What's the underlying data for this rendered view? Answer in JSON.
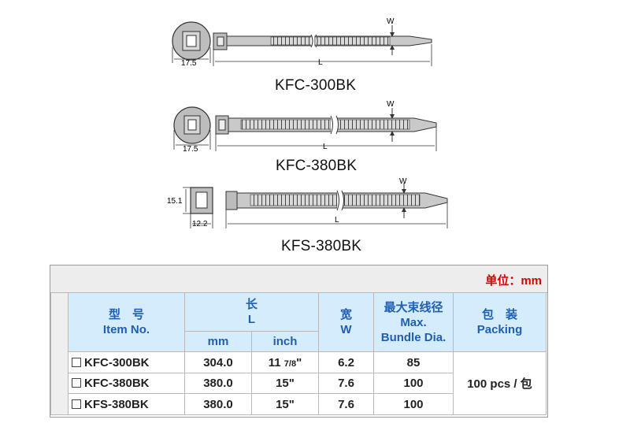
{
  "figures": {
    "f1": {
      "caption": "KFC-300BK",
      "dim_d": "17.5",
      "dim_l": "L",
      "dim_w": "W"
    },
    "f2": {
      "caption": "KFC-380BK",
      "dim_d": "17.5",
      "dim_l": "L",
      "dim_w": "W"
    },
    "f3": {
      "caption": "KFS-380BK",
      "dim_h": "15.1",
      "dim_d": "12.2",
      "dim_l": "L",
      "dim_w": "W"
    }
  },
  "table": {
    "unit": "单位：mm",
    "headers": {
      "model_cn": "型　号",
      "model_en": "Item No.",
      "length_cn": "长",
      "length_en": "L",
      "mm": "mm",
      "inch": "inch",
      "width_cn": "宽",
      "width_en": "W",
      "dia_cn": "最大束线径",
      "dia_en1": "Max.",
      "dia_en2": "Bundle Dia.",
      "pack_cn": "包　装",
      "pack_en": "Packing"
    },
    "rows": [
      {
        "model": "KFC-300BK",
        "mm": "304.0",
        "inch_main": "11",
        "inch_frac": "7/8",
        "inch_suffix": "\"",
        "width": "6.2",
        "dia": "85"
      },
      {
        "model": "KFC-380BK",
        "mm": "380.0",
        "inch_main": "15\"",
        "inch_frac": "",
        "inch_suffix": "",
        "width": "7.6",
        "dia": "100"
      },
      {
        "model": "KFS-380BK",
        "mm": "380.0",
        "inch_main": "15\"",
        "inch_frac": "",
        "inch_suffix": "",
        "width": "7.6",
        "dia": "100"
      }
    ],
    "packing": "100 pcs / 包"
  }
}
